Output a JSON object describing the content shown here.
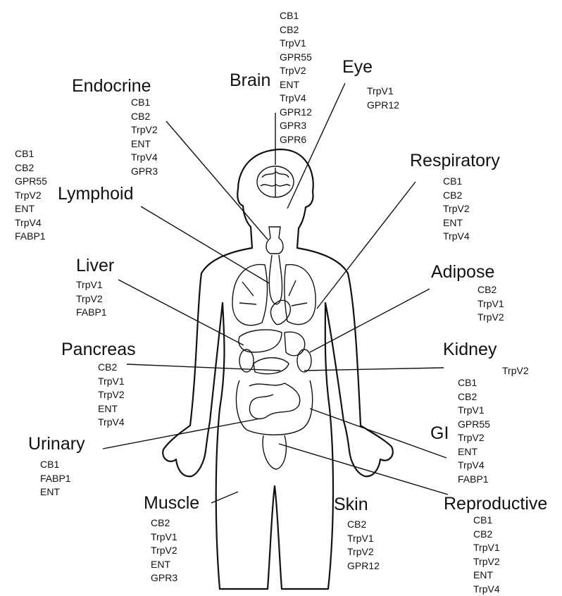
{
  "organs": {
    "brain": {
      "title": "Brain",
      "receptors": [
        "CB1",
        "CB2",
        "TrpV1",
        "GPR55",
        "TrpV2",
        "ENT",
        "TrpV4",
        "GPR12",
        "GPR3",
        "GPR6"
      ]
    },
    "eye": {
      "title": "Eye",
      "receptors": [
        "TrpV1",
        "GPR12"
      ]
    },
    "endocrine": {
      "title": "Endocrine",
      "receptors": [
        "CB1",
        "CB2",
        "TrpV2",
        "ENT",
        "TrpV4",
        "GPR3"
      ]
    },
    "lymphoid": {
      "title": "Lymphoid",
      "receptors": [
        "CB1",
        "CB2",
        "GPR55",
        "TrpV2",
        "ENT",
        "TrpV4",
        "FABP1"
      ]
    },
    "respiratory": {
      "title": "Respiratory",
      "receptors": [
        "CB1",
        "CB2",
        "TrpV2",
        "ENT",
        "TrpV4"
      ]
    },
    "liver": {
      "title": "Liver",
      "receptors": [
        "TrpV1",
        "TrpV2",
        "FABP1"
      ]
    },
    "adipose": {
      "title": "Adipose",
      "receptors": [
        "CB2",
        "TrpV1",
        "TrpV2"
      ]
    },
    "pancreas": {
      "title": "Pancreas",
      "receptors": [
        "CB2",
        "TrpV1",
        "TrpV2",
        "ENT",
        "TrpV4"
      ]
    },
    "kidney": {
      "title": "Kidney",
      "receptors": [
        "TrpV2"
      ]
    },
    "gi": {
      "title": "GI",
      "receptors": [
        "CB1",
        "CB2",
        "TrpV1",
        "GPR55",
        "TrpV2",
        "ENT",
        "TrpV4",
        "FABP1"
      ]
    },
    "urinary": {
      "title": "Urinary",
      "receptors": [
        "CB1",
        "FABP1",
        "ENT"
      ]
    },
    "muscle": {
      "title": "Muscle",
      "receptors": [
        "CB2",
        "TrpV1",
        "TrpV2",
        "ENT",
        "GPR3"
      ]
    },
    "skin": {
      "title": "Skin",
      "receptors": [
        "CB2",
        "TrpV1",
        "TrpV2",
        "GPR12"
      ]
    },
    "reproductive": {
      "title": "Reproductive",
      "receptors": [
        "CB1",
        "CB2",
        "TrpV1",
        "TrpV2",
        "ENT",
        "TrpV4"
      ]
    }
  }
}
